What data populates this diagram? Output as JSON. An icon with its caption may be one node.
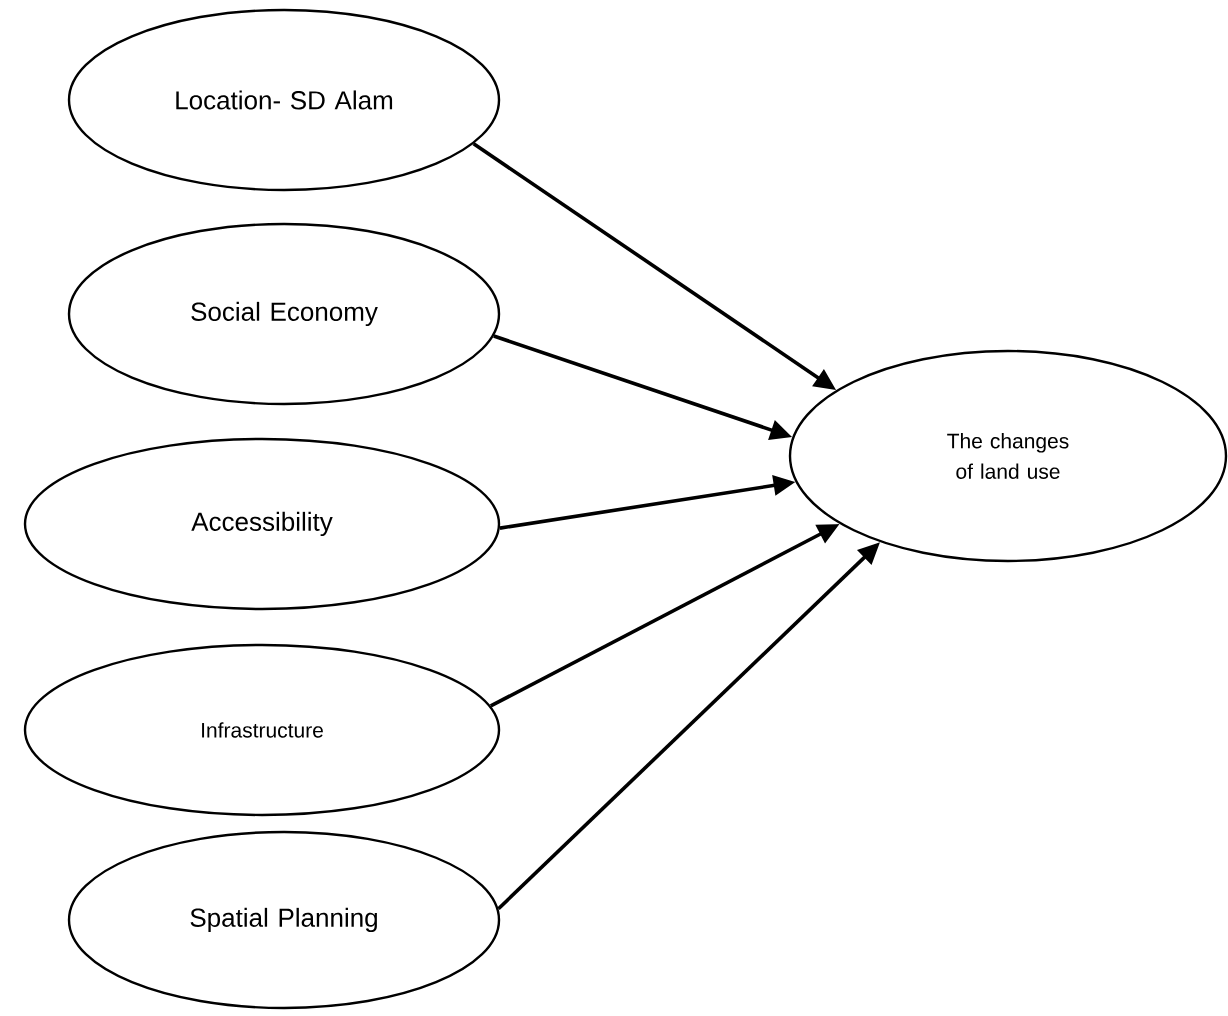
{
  "diagram": {
    "nodes": [
      {
        "text": [
          "Location- SD Alam"
        ]
      },
      {
        "text": [
          "Social Economy"
        ]
      },
      {
        "text": [
          "Accessibility"
        ]
      },
      {
        "text": [
          "Infrastructure"
        ]
      },
      {
        "text": [
          "Spatial Planning"
        ]
      },
      {
        "text": [
          "The changes of land use"
        ]
      }
    ],
    "edges": [
      {
        "from": 0,
        "to": 5,
        "arrow": "to"
      },
      {
        "from": 1,
        "to": 5,
        "arrow": "to"
      },
      {
        "from": 2,
        "to": 5,
        "arrow": "to"
      },
      {
        "from": 3,
        "to": 5,
        "arrow": "to"
      },
      {
        "from": 4,
        "to": 5,
        "arrow": "to"
      }
    ]
  }
}
